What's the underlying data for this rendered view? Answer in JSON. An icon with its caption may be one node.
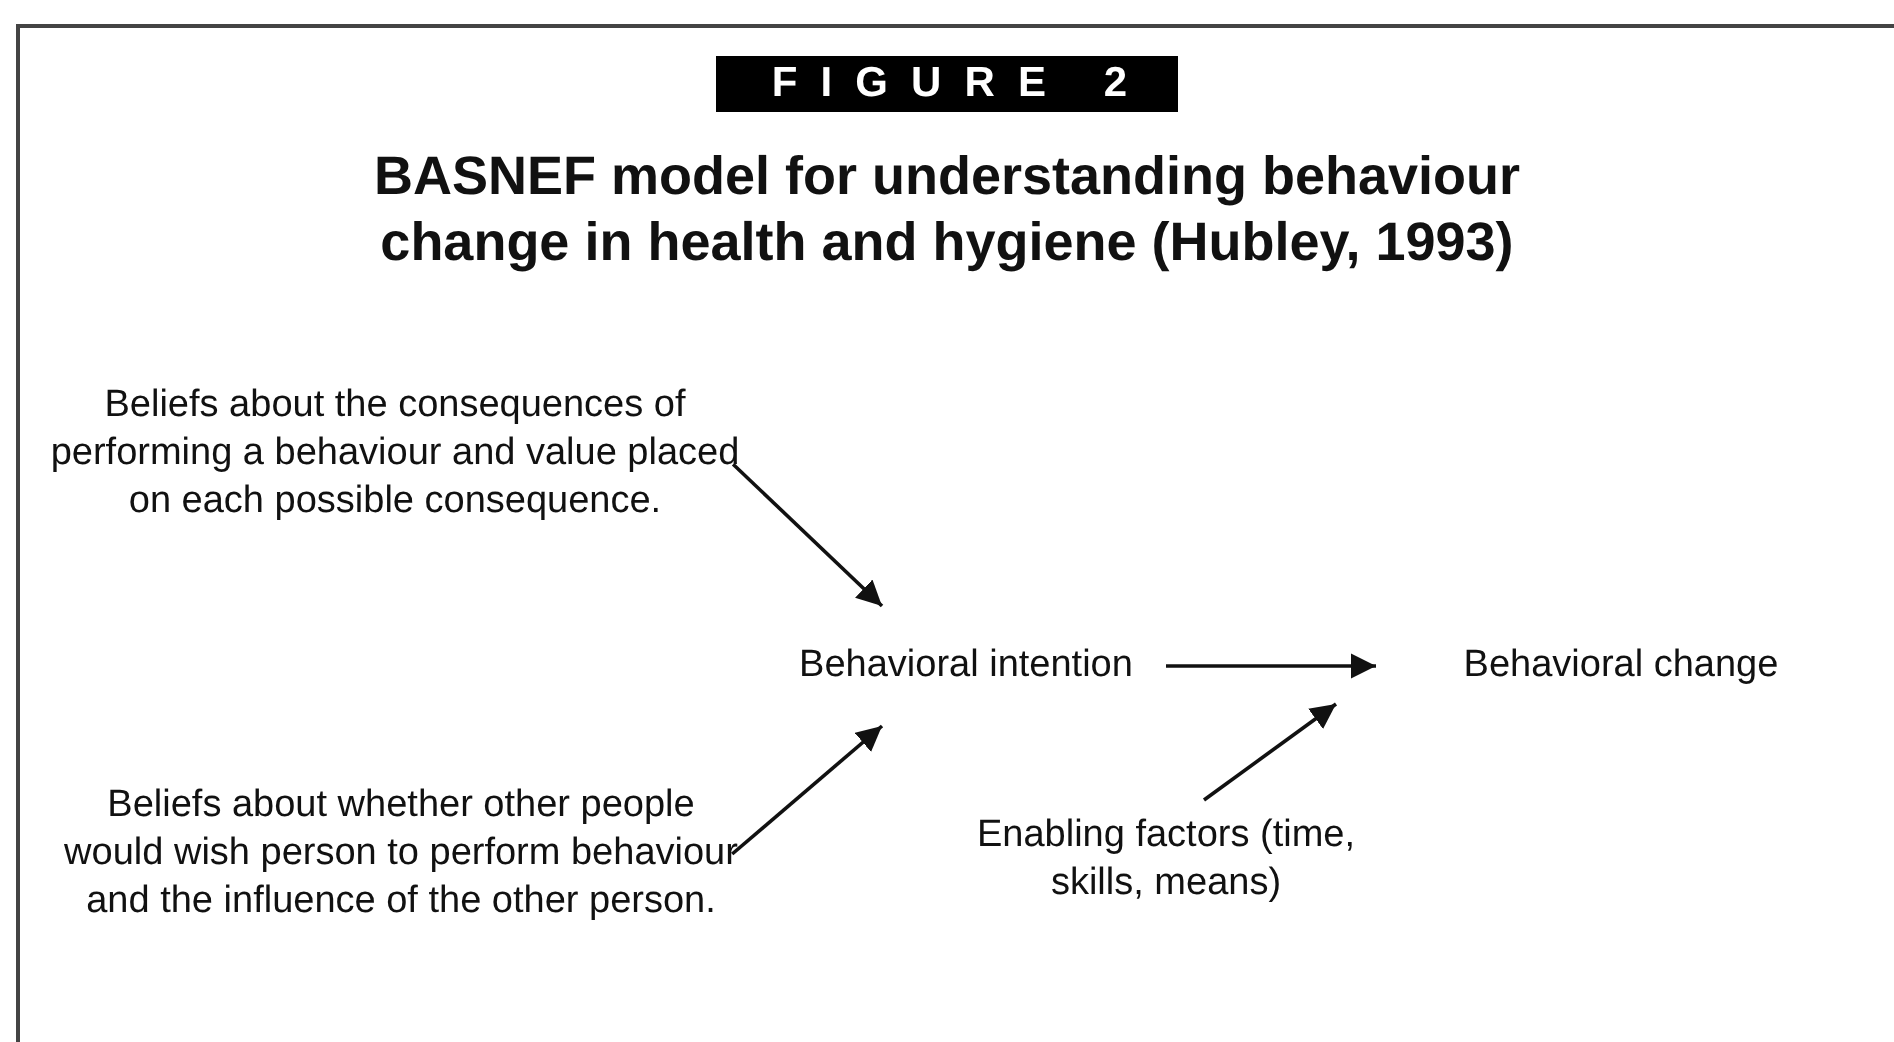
{
  "diagram": {
    "title": "BASNEF model for understanding behaviour change in health and hygiene (Hubley, 1993)",
    "nodes": [
      {
        "text": [
          "Beliefs about the consequences of performing a behaviour and value placed on each possible consequence."
        ]
      },
      {
        "text": [
          "Behavioral intention"
        ]
      },
      {
        "text": [
          "Behavioral change"
        ]
      },
      {
        "text": [
          "Beliefs about whether other people would wish person to perform behaviour and the influence of the other person."
        ]
      },
      {
        "text": [
          "Enabling factors (time, skills, means)"
        ]
      }
    ],
    "edges": [
      {
        "from": 0,
        "to": 1,
        "arrow": "to"
      },
      {
        "from": 3,
        "to": 1,
        "arrow": "to"
      },
      {
        "from": 1,
        "to": 2,
        "arrow": "to"
      },
      {
        "from": 4,
        "to": null,
        "arrow": "to"
      }
    ],
    "labels": [
      "FIGURE 2"
    ]
  }
}
